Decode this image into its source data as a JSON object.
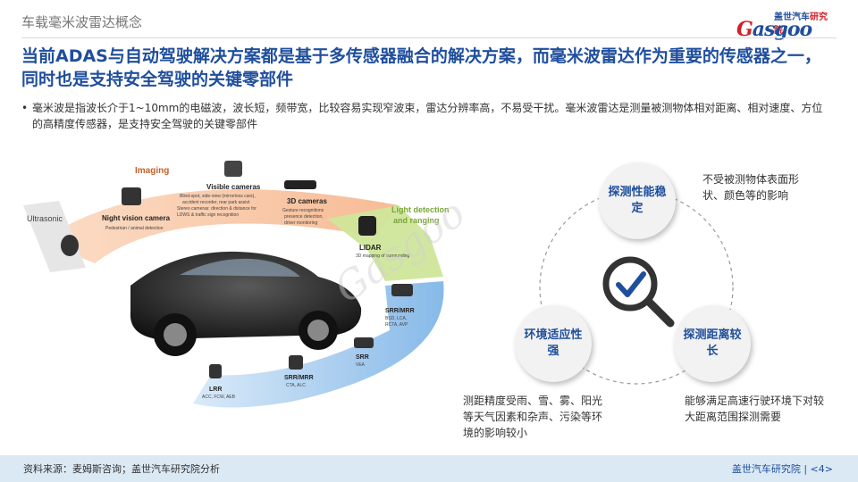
{
  "section_title": "车载毫米波雷达概念",
  "logo": {
    "cn_prefix": "盖世汽车",
    "cn_suffix": "研究院",
    "en_first": "G",
    "en_rest": "asgoo"
  },
  "headline": "当前ADAS与自动驾驶解决方案都是基于多传感器融合的解决方案，而毫米波雷达作为重要的传感器之一，同时也是支持安全驾驶的关键零部件",
  "bullet": {
    "marker": "•",
    "text": "毫米波是指波长介于1~10mm的电磁波，波长短，频带宽，比较容易实现窄波束，雷达分辨率高，不易受干扰。毫米波雷达是测量被测物体相对距离、相对速度、方位的高精度传感器，是支持安全驾驶的关键零部件"
  },
  "diagram": {
    "imaging_title": "Imaging",
    "ultrasonic": "Ultrasonic",
    "night_vision_title": "Night vision camera",
    "night_vision_desc": "Pedestrian / animal detection",
    "visible_title": "Visible cameras",
    "visible_desc1": "Blind-spot, side-view (mirrorless cars),",
    "visible_desc2": "accident recorder, rear park assist",
    "visible_desc3": "Stereo cameras: direction & distance for",
    "visible_desc4": "LDWS & traffic sign recognition",
    "cam3d_title": "3D cameras",
    "cam3d_desc1": "Gesture recognitions",
    "cam3d_desc2": "presence detection,",
    "cam3d_desc3": "driver monitoring",
    "light_title1": "Light detection",
    "light_title2": "and ranging",
    "lidar_title": "LIDAR",
    "lidar_desc": "3D mapping of surrounding",
    "srr_mrr_top": "SRR/MRR",
    "srr_mrr_top_desc1": "BSD, LCA,",
    "srr_mrr_top_desc2": "RCTA, AVP",
    "srr": "SRR",
    "srr_desc": "VEA",
    "srr_mrr_mid": "SRR/MRR",
    "srr_mrr_mid_desc": "CTA, ALC",
    "lrr": "LRR",
    "lrr_desc": "ACC, FCW, AEB",
    "watermark": "Gasgoo"
  },
  "cycle": {
    "top_node": "探测性能稳定",
    "left_node": "环境适应性强",
    "right_node": "探测距离较长",
    "top_desc": "不受被测物体表面形状、颜色等的影响",
    "left_desc": "测距精度受雨、雪、雾、阳光等天气因素和杂声、污染等环境的影响较小",
    "right_desc": "能够满足高速行驶环境下对较大距离范围探测需要"
  },
  "footer": {
    "source": "资料来源：麦姆斯咨询；盖世汽车研究院分析",
    "page": "盖世汽车研究院 | <4>"
  },
  "colors": {
    "brand_blue": "#1f4e9c",
    "brand_red": "#d32027",
    "imaging_orange": "#f4a06a",
    "lidar_green": "#b8d96e",
    "radar_blue": "#7ab2e6",
    "footer_bg": "#dbe9f5"
  }
}
